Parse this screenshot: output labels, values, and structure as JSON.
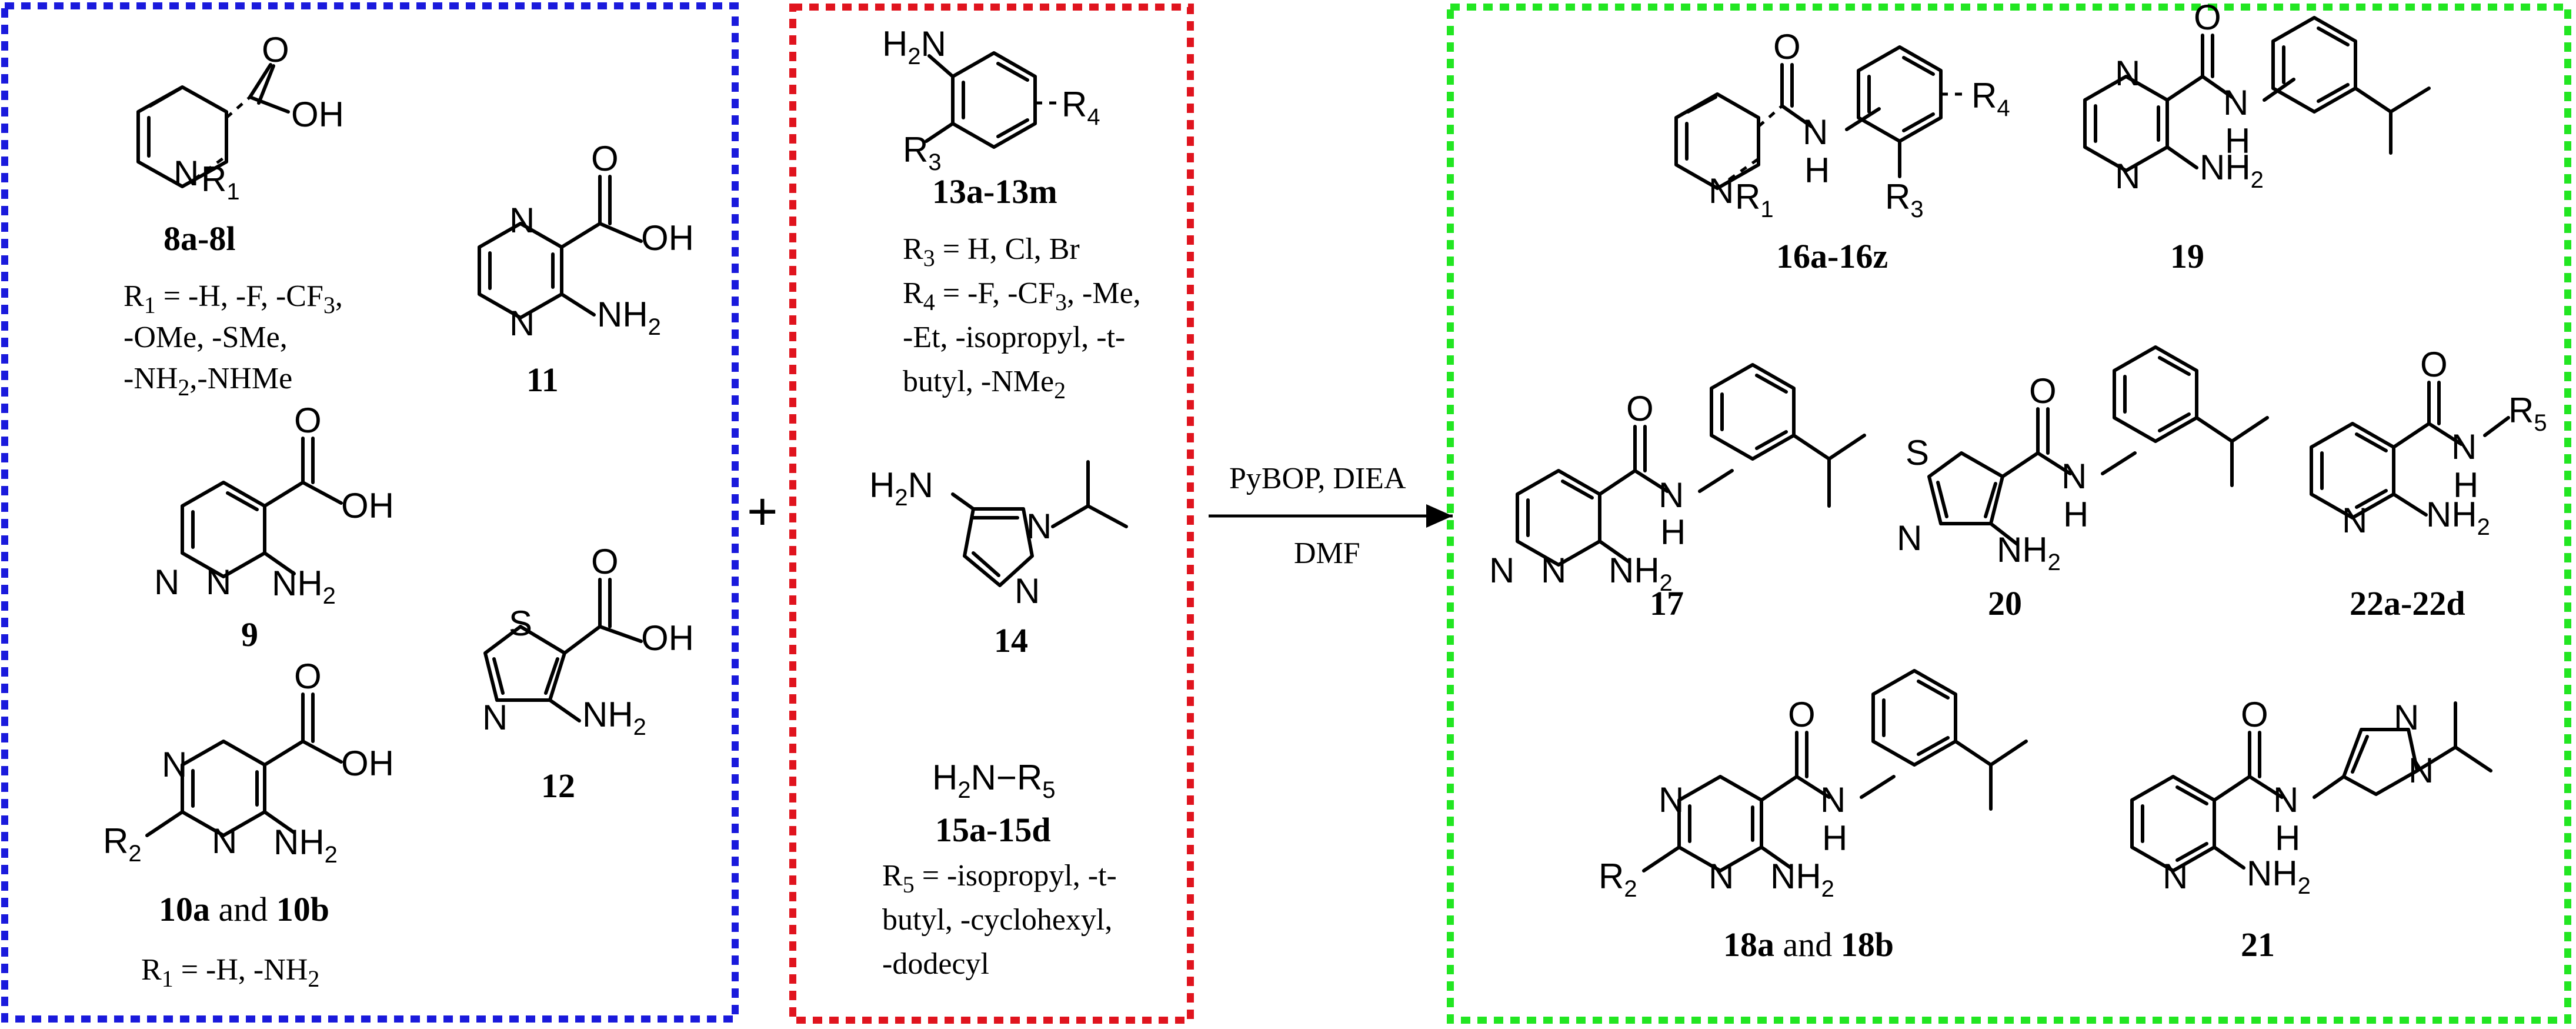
{
  "colors": {
    "box_left": "#1a1adc",
    "box_middle": "#e0141e",
    "box_right": "#22e622"
  },
  "reaction": {
    "reagents": "PyBOP, DIEA",
    "solvent": "DMF",
    "plus": "+"
  },
  "left_box": {
    "c8_label": "8a-8l",
    "c8_r1": [
      "R",
      "1",
      " = -H, -F, -CF",
      "3",
      ","
    ],
    "c8_r1_line2": "-OMe, -SMe,",
    "c8_r1_line3": [
      "-NH",
      "2",
      ",-NHMe"
    ],
    "c9_label": "9",
    "c10_label_a": "10a",
    "c10_label_and": " and ",
    "c10_label_b": "10b",
    "c10_r": [
      "R",
      "1",
      " = -H, -NH",
      "2"
    ],
    "c11_label": "11",
    "c12_label": "12"
  },
  "middle_box": {
    "c13_label": "13a-13m",
    "c13_r3": [
      "R",
      "3",
      " = H, Cl, Br"
    ],
    "c13_r4": [
      "R",
      "4",
      " = -F, -CF",
      "3",
      ", -Me,"
    ],
    "c13_r4_line2": "-Et, -isopropyl, -t-",
    "c13_r4_line3": [
      "butyl, -NMe",
      "2"
    ],
    "c14_label": "14",
    "c15_amine": [
      "H",
      "2",
      "N−R",
      "5"
    ],
    "c15_label": "15a-15d",
    "c15_r5": [
      "R",
      "5",
      " = -isopropyl, -t-"
    ],
    "c15_r5_line2": "butyl, -cyclohexyl,",
    "c15_r5_line3": "-dodecyl"
  },
  "right_box": {
    "c16_label": "16a-16z",
    "c17_label": "17",
    "c18_label_a": "18a",
    "c18_label_and": " and ",
    "c18_label_b": "18b",
    "c19_label": "19",
    "c20_label": "20",
    "c21_label": "21",
    "c22_label": "22a-22d"
  },
  "atoms": {
    "O": "O",
    "OH": "OH",
    "N": "N",
    "S": "S",
    "H": "H",
    "NH": "NH",
    "NH2": [
      "NH",
      "2"
    ],
    "H2N": [
      "H",
      "2",
      "N"
    ],
    "R1": [
      "R",
      "1"
    ],
    "R2": [
      "R",
      "2"
    ],
    "R3": [
      "R",
      "3"
    ],
    "R4": [
      "R",
      "4"
    ],
    "R5": [
      "R",
      "5"
    ]
  }
}
